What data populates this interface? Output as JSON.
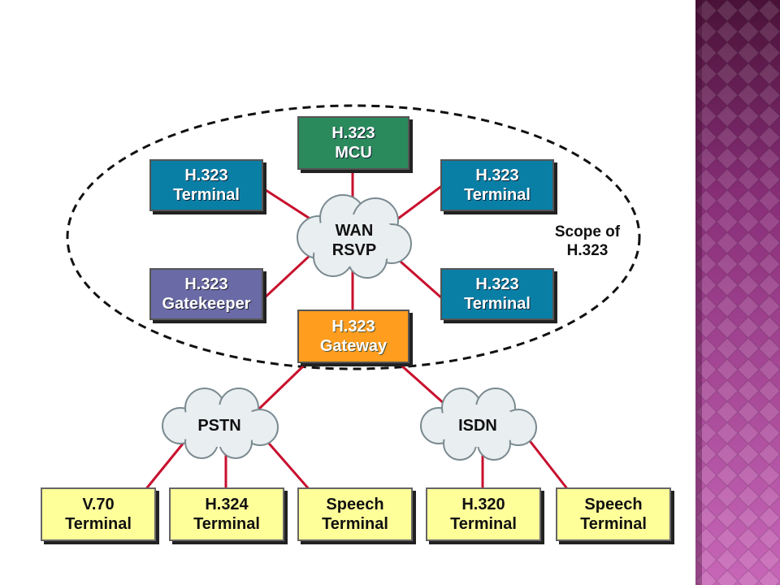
{
  "diagram": {
    "scope_label": [
      "Scope of",
      "H.323"
    ],
    "nodes": {
      "mcu": [
        "H.323",
        "MCU"
      ],
      "terminal_top_left": [
        "H.323",
        "Terminal"
      ],
      "terminal_top_right": [
        "H.323",
        "Terminal"
      ],
      "gatekeeper": [
        "H.323",
        "Gatekeeper"
      ],
      "terminal_bottom_right": [
        "H.323",
        "Terminal"
      ],
      "gateway": [
        "H.323",
        "Gateway"
      ],
      "v70": [
        "V.70",
        "Terminal"
      ],
      "h324": [
        "H.324",
        "Terminal"
      ],
      "speech_pstn": [
        "Speech",
        "Terminal"
      ],
      "h320": [
        "H.320",
        "Terminal"
      ],
      "speech_isdn": [
        "Speech",
        "Terminal"
      ]
    },
    "clouds": {
      "wan": [
        "WAN",
        "RSVP"
      ],
      "pstn": "PSTN",
      "isdn": "ISDN"
    },
    "colors": {
      "h323_terminal": "#0a7fa6",
      "mcu": "#2b8a5c",
      "gatekeeper": "#6a6aa6",
      "gateway": "#ff9d1e",
      "legacy_terminal": "#ffff9a",
      "link": "#c8102e",
      "side_panel": "#8a2f7a"
    }
  }
}
